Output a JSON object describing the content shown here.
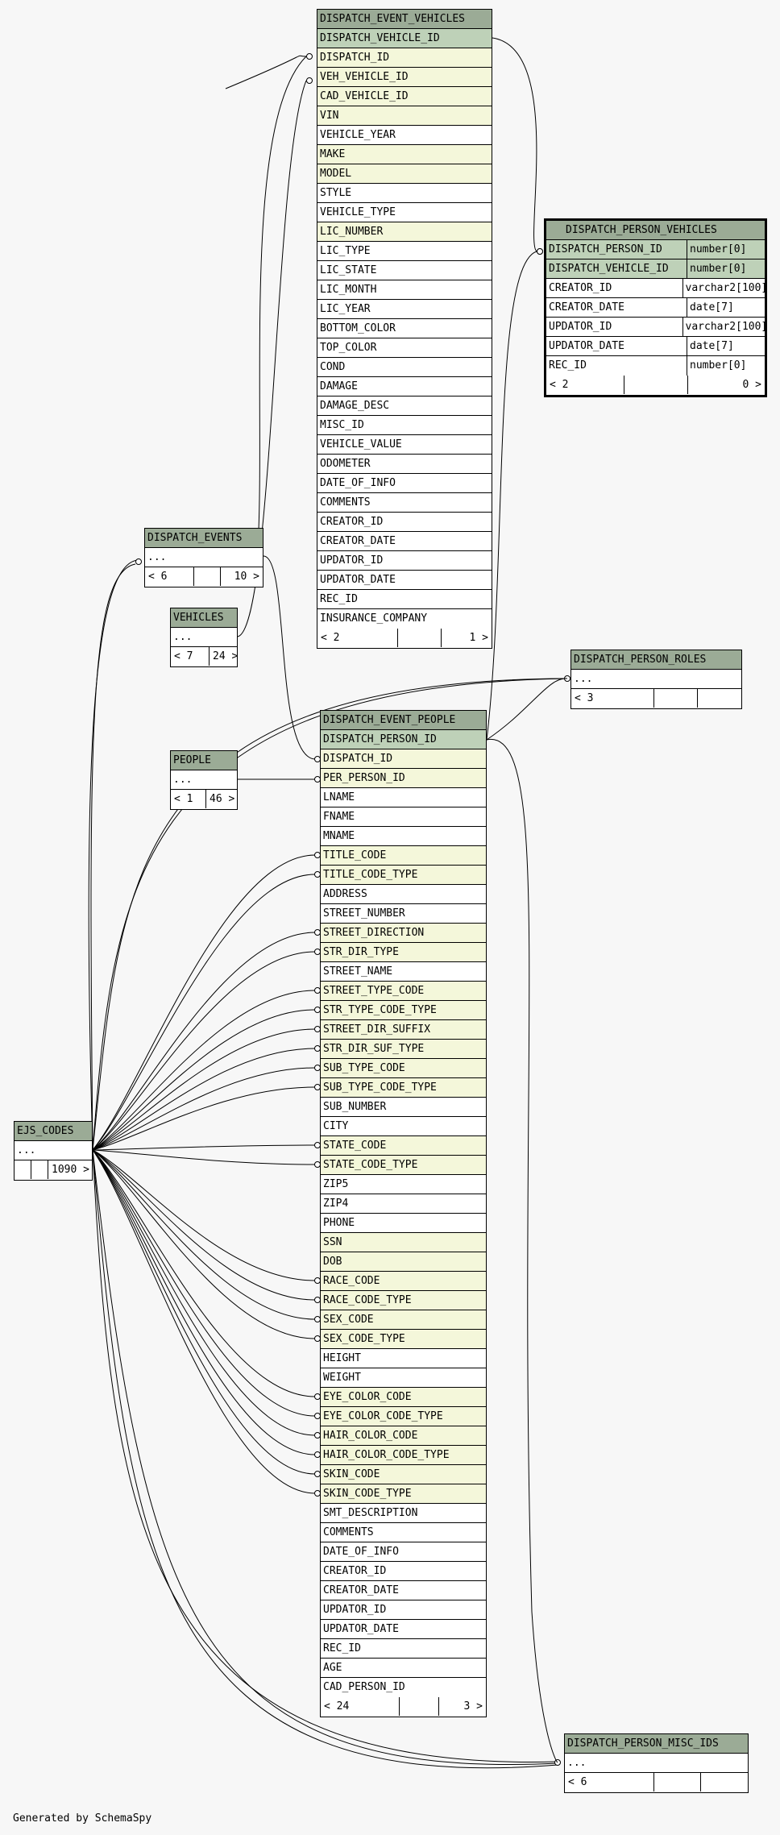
{
  "generated_by": "Generated by SchemaSpy",
  "tables": {
    "dispatch_event_vehicles": {
      "name": "DISPATCH_EVENT_VEHICLES",
      "columns": [
        {
          "name": "DISPATCH_VEHICLE_ID",
          "kind": "pk"
        },
        {
          "name": "DISPATCH_ID",
          "kind": "fk"
        },
        {
          "name": "VEH_VEHICLE_ID",
          "kind": "fk"
        },
        {
          "name": "CAD_VEHICLE_ID",
          "kind": "fk"
        },
        {
          "name": "VIN",
          "kind": "fk"
        },
        {
          "name": "VEHICLE_YEAR",
          "kind": "plain"
        },
        {
          "name": "MAKE",
          "kind": "fk"
        },
        {
          "name": "MODEL",
          "kind": "fk"
        },
        {
          "name": "STYLE",
          "kind": "plain"
        },
        {
          "name": "VEHICLE_TYPE",
          "kind": "plain"
        },
        {
          "name": "LIC_NUMBER",
          "kind": "fk"
        },
        {
          "name": "LIC_TYPE",
          "kind": "plain"
        },
        {
          "name": "LIC_STATE",
          "kind": "plain"
        },
        {
          "name": "LIC_MONTH",
          "kind": "plain"
        },
        {
          "name": "LIC_YEAR",
          "kind": "plain"
        },
        {
          "name": "BOTTOM_COLOR",
          "kind": "plain"
        },
        {
          "name": "TOP_COLOR",
          "kind": "plain"
        },
        {
          "name": "COND",
          "kind": "plain"
        },
        {
          "name": "DAMAGE",
          "kind": "plain"
        },
        {
          "name": "DAMAGE_DESC",
          "kind": "plain"
        },
        {
          "name": "MISC_ID",
          "kind": "plain"
        },
        {
          "name": "VEHICLE_VALUE",
          "kind": "plain"
        },
        {
          "name": "ODOMETER",
          "kind": "plain"
        },
        {
          "name": "DATE_OF_INFO",
          "kind": "plain"
        },
        {
          "name": "COMMENTS",
          "kind": "plain"
        },
        {
          "name": "CREATOR_ID",
          "kind": "plain"
        },
        {
          "name": "CREATOR_DATE",
          "kind": "plain"
        },
        {
          "name": "UPDATOR_ID",
          "kind": "plain"
        },
        {
          "name": "UPDATOR_DATE",
          "kind": "plain"
        },
        {
          "name": "REC_ID",
          "kind": "plain"
        },
        {
          "name": "INSURANCE_COMPANY",
          "kind": "plain"
        }
      ],
      "footer": [
        "< 2",
        "",
        "1 >"
      ]
    },
    "dispatch_person_vehicles": {
      "name": "DISPATCH_PERSON_VEHICLES",
      "columns": [
        {
          "name": "DISPATCH_PERSON_ID",
          "type": "number[0]",
          "kind": "pk"
        },
        {
          "name": "DISPATCH_VEHICLE_ID",
          "type": "number[0]",
          "kind": "pk"
        },
        {
          "name": "CREATOR_ID",
          "type": "varchar2[100]",
          "kind": "plain"
        },
        {
          "name": "CREATOR_DATE",
          "type": "date[7]",
          "kind": "plain"
        },
        {
          "name": "UPDATOR_ID",
          "type": "varchar2[100]",
          "kind": "plain"
        },
        {
          "name": "UPDATOR_DATE",
          "type": "date[7]",
          "kind": "plain"
        },
        {
          "name": "REC_ID",
          "type": "number[0]",
          "kind": "plain"
        }
      ],
      "footer": [
        "< 2",
        "",
        "0 >"
      ]
    },
    "dispatch_events": {
      "name": "DISPATCH_EVENTS",
      "dots": "...",
      "footer": [
        "< 6",
        "",
        "10 >"
      ]
    },
    "vehicles": {
      "name": "VEHICLES",
      "dots": "...",
      "footer": [
        "< 7",
        "24 >"
      ]
    },
    "dispatch_person_roles": {
      "name": "DISPATCH_PERSON_ROLES",
      "dots": "...",
      "footer": [
        "< 3",
        "",
        ""
      ]
    },
    "people": {
      "name": "PEOPLE",
      "dots": "...",
      "footer": [
        "< 1",
        "46 >"
      ]
    },
    "ejs_codes": {
      "name": "EJS_CODES",
      "dots": "...",
      "footer": [
        "",
        "",
        "1090 >"
      ]
    },
    "dispatch_event_people": {
      "name": "DISPATCH_EVENT_PEOPLE",
      "columns": [
        {
          "name": "DISPATCH_PERSON_ID",
          "kind": "pk"
        },
        {
          "name": "DISPATCH_ID",
          "kind": "fk"
        },
        {
          "name": "PER_PERSON_ID",
          "kind": "fk"
        },
        {
          "name": "LNAME",
          "kind": "plain"
        },
        {
          "name": "FNAME",
          "kind": "plain"
        },
        {
          "name": "MNAME",
          "kind": "plain"
        },
        {
          "name": "TITLE_CODE",
          "kind": "fk"
        },
        {
          "name": "TITLE_CODE_TYPE",
          "kind": "fk"
        },
        {
          "name": "ADDRESS",
          "kind": "plain"
        },
        {
          "name": "STREET_NUMBER",
          "kind": "plain"
        },
        {
          "name": "STREET_DIRECTION",
          "kind": "fk"
        },
        {
          "name": "STR_DIR_TYPE",
          "kind": "fk"
        },
        {
          "name": "STREET_NAME",
          "kind": "plain"
        },
        {
          "name": "STREET_TYPE_CODE",
          "kind": "fk"
        },
        {
          "name": "STR_TYPE_CODE_TYPE",
          "kind": "fk"
        },
        {
          "name": "STREET_DIR_SUFFIX",
          "kind": "fk"
        },
        {
          "name": "STR_DIR_SUF_TYPE",
          "kind": "fk"
        },
        {
          "name": "SUB_TYPE_CODE",
          "kind": "fk"
        },
        {
          "name": "SUB_TYPE_CODE_TYPE",
          "kind": "fk"
        },
        {
          "name": "SUB_NUMBER",
          "kind": "plain"
        },
        {
          "name": "CITY",
          "kind": "plain"
        },
        {
          "name": "STATE_CODE",
          "kind": "fk"
        },
        {
          "name": "STATE_CODE_TYPE",
          "kind": "fk"
        },
        {
          "name": "ZIP5",
          "kind": "plain"
        },
        {
          "name": "ZIP4",
          "kind": "plain"
        },
        {
          "name": "PHONE",
          "kind": "plain"
        },
        {
          "name": "SSN",
          "kind": "fk"
        },
        {
          "name": "DOB",
          "kind": "fk"
        },
        {
          "name": "RACE_CODE",
          "kind": "fk"
        },
        {
          "name": "RACE_CODE_TYPE",
          "kind": "fk"
        },
        {
          "name": "SEX_CODE",
          "kind": "fk"
        },
        {
          "name": "SEX_CODE_TYPE",
          "kind": "fk"
        },
        {
          "name": "HEIGHT",
          "kind": "plain"
        },
        {
          "name": "WEIGHT",
          "kind": "plain"
        },
        {
          "name": "EYE_COLOR_CODE",
          "kind": "fk"
        },
        {
          "name": "EYE_COLOR_CODE_TYPE",
          "kind": "fk"
        },
        {
          "name": "HAIR_COLOR_CODE",
          "kind": "fk"
        },
        {
          "name": "HAIR_COLOR_CODE_TYPE",
          "kind": "fk"
        },
        {
          "name": "SKIN_CODE",
          "kind": "fk"
        },
        {
          "name": "SKIN_CODE_TYPE",
          "kind": "fk"
        },
        {
          "name": "SMT_DESCRIPTION",
          "kind": "plain"
        },
        {
          "name": "COMMENTS",
          "kind": "plain"
        },
        {
          "name": "DATE_OF_INFO",
          "kind": "plain"
        },
        {
          "name": "CREATOR_ID",
          "kind": "plain"
        },
        {
          "name": "CREATOR_DATE",
          "kind": "plain"
        },
        {
          "name": "UPDATOR_ID",
          "kind": "plain"
        },
        {
          "name": "UPDATOR_DATE",
          "kind": "plain"
        },
        {
          "name": "REC_ID",
          "kind": "plain"
        },
        {
          "name": "AGE",
          "kind": "plain"
        },
        {
          "name": "CAD_PERSON_ID",
          "kind": "plain"
        }
      ],
      "footer": [
        "< 24",
        "",
        "3 >"
      ]
    },
    "dispatch_person_misc_ids": {
      "name": "DISPATCH_PERSON_MISC_IDS",
      "dots": "...",
      "footer": [
        "< 6",
        "",
        ""
      ]
    }
  },
  "colors": {
    "header": "#9bab96",
    "primary_key": "#bed1b8",
    "foreign_key": "#f4f7da",
    "background": "#f7f7f7"
  }
}
